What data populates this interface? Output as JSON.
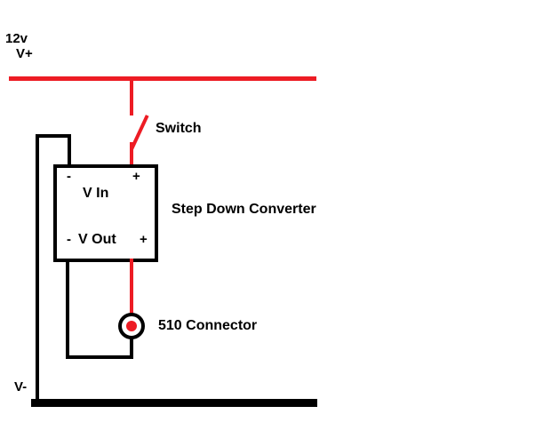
{
  "colors": {
    "wire_positive": "#ed1c24",
    "wire_negative": "#000000",
    "background": "#ffffff"
  },
  "labels": {
    "supply_voltage": "12v",
    "v_plus": "V+",
    "switch": "Switch",
    "converter": "Step Down Converter",
    "connector": "510 Connector",
    "v_minus": "V-"
  },
  "converter": {
    "input_minus": "-",
    "input_plus": "+",
    "input_label": "V In",
    "output_minus": "-",
    "output_label": "V Out",
    "output_plus": "+"
  }
}
